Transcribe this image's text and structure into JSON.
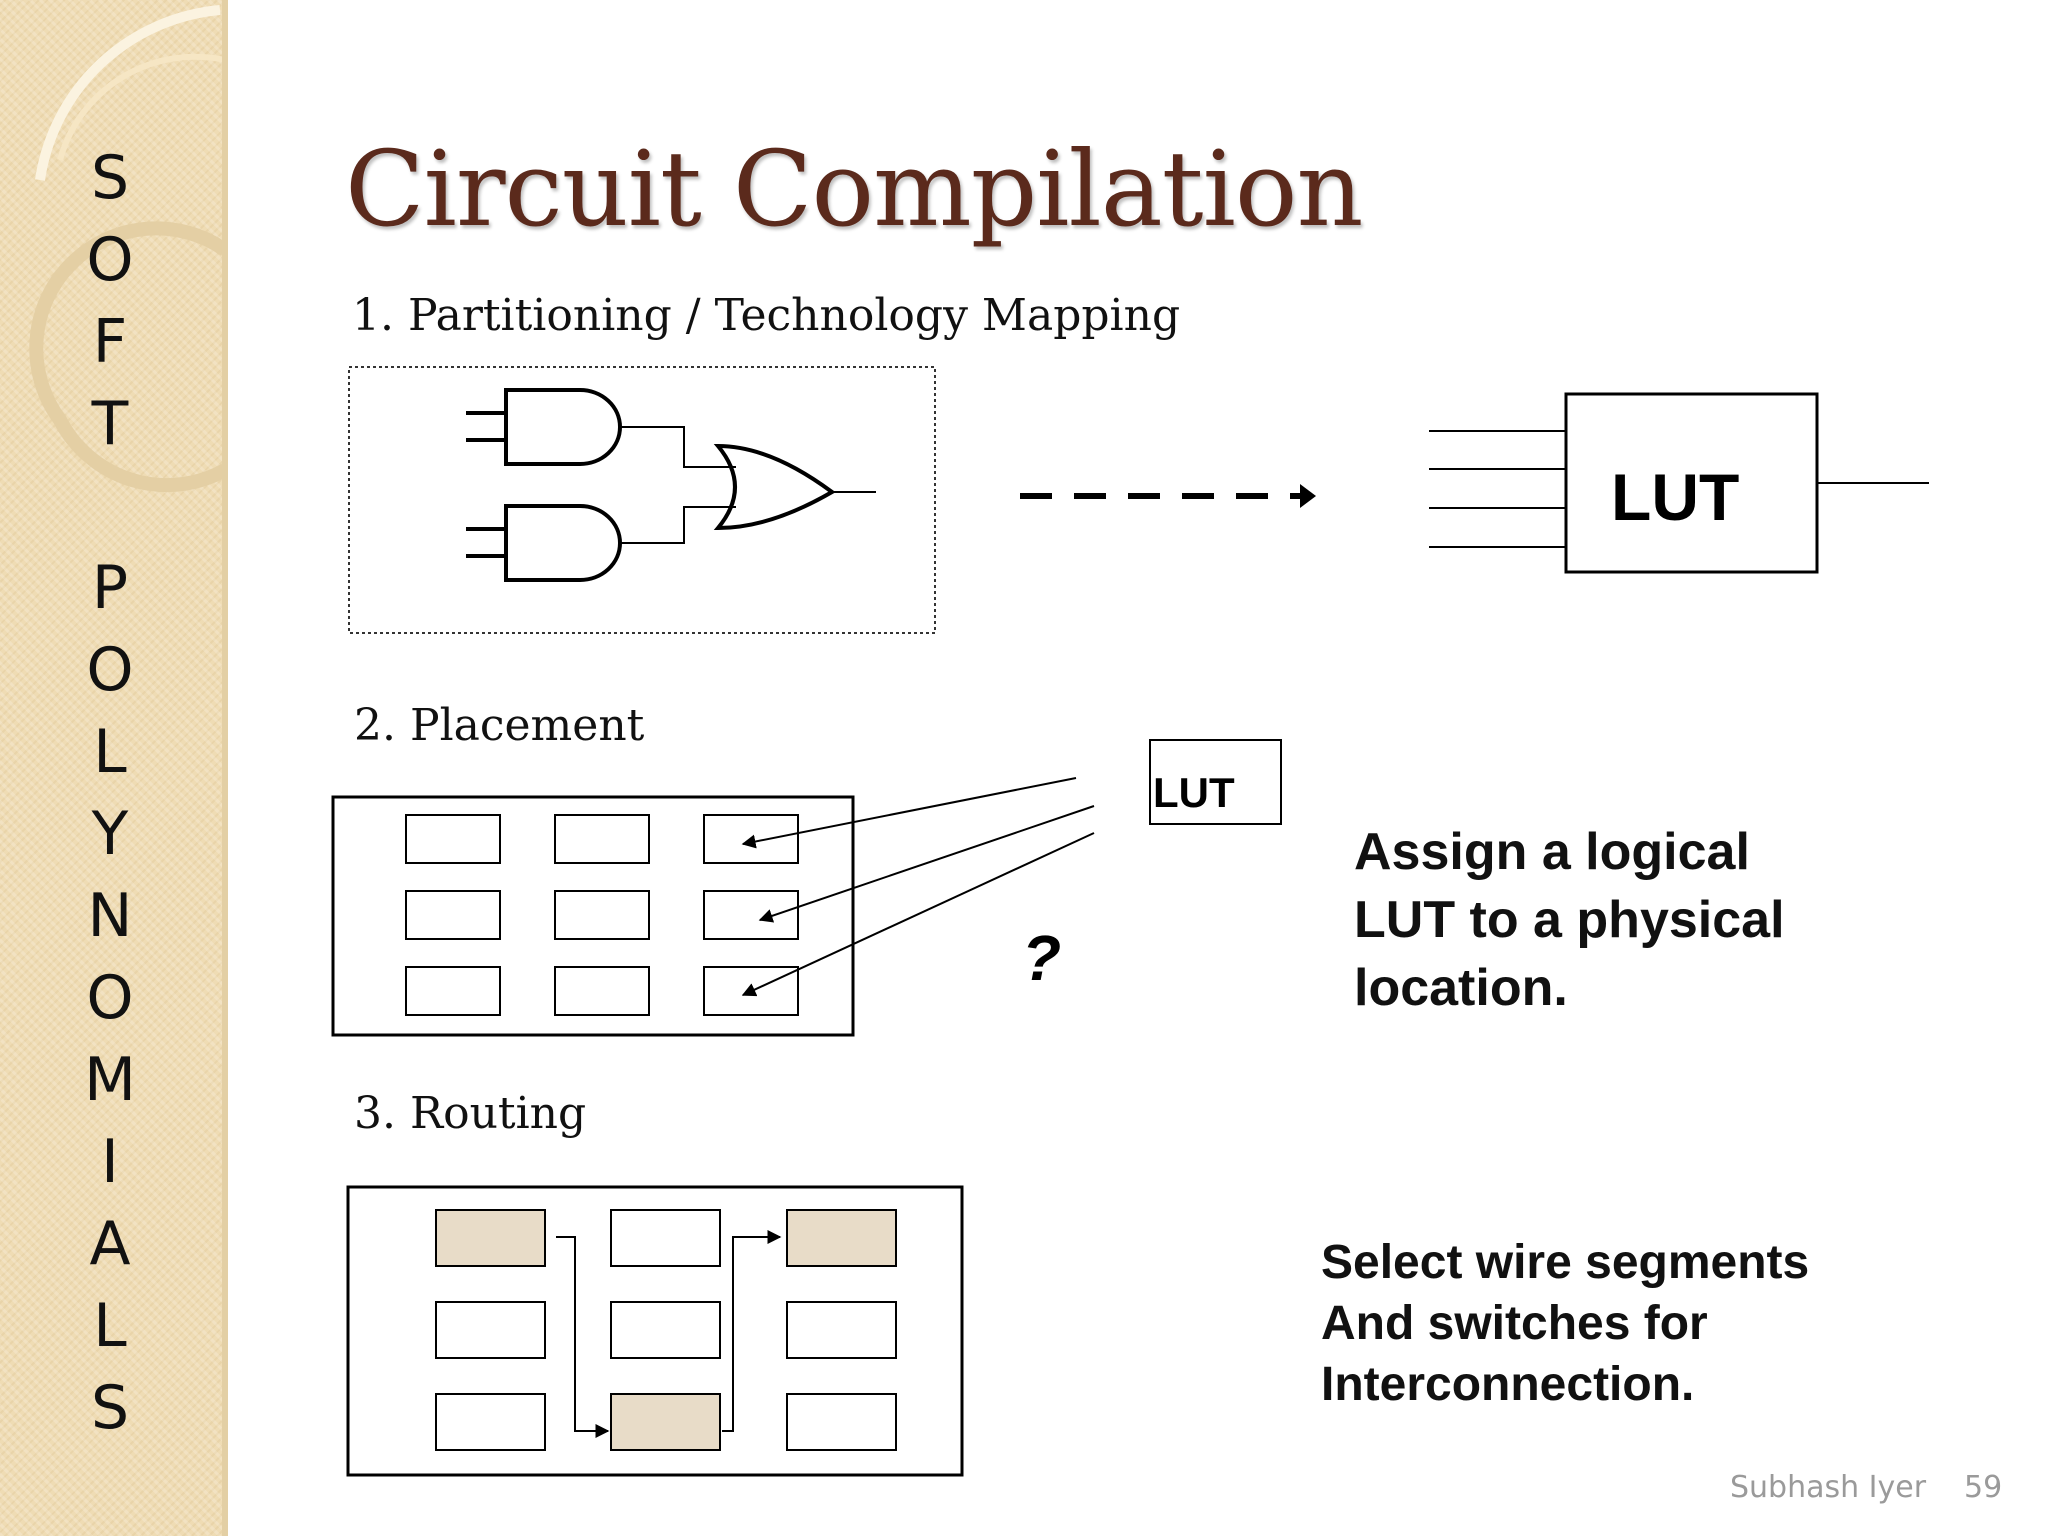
{
  "sidebar": {
    "letters": [
      "S",
      "O",
      "F",
      "T",
      "P",
      "O",
      "L",
      "Y",
      "N",
      "O",
      "M",
      "I",
      "A",
      "L",
      "S"
    ]
  },
  "title": "Circuit Compilation",
  "steps": {
    "partitioning": "1. Partitioning / Technology Mapping",
    "placement": "2. Placement",
    "routing": "3. Routing"
  },
  "lut_big_label": "LUT",
  "lut_small_label": "LUT",
  "question_mark": "?",
  "placement_desc": [
    "Assign a logical",
    "LUT to a physical",
    "location."
  ],
  "routing_desc": [
    "Select wire segments",
    "And switches for",
    "Interconnection."
  ],
  "footer": {
    "author": "Subhash Iyer",
    "page": "59"
  },
  "colors": {
    "title": "#5b2a1c",
    "sidebar": "#efdcb4",
    "highlight_cell": "#e8dcc8"
  }
}
